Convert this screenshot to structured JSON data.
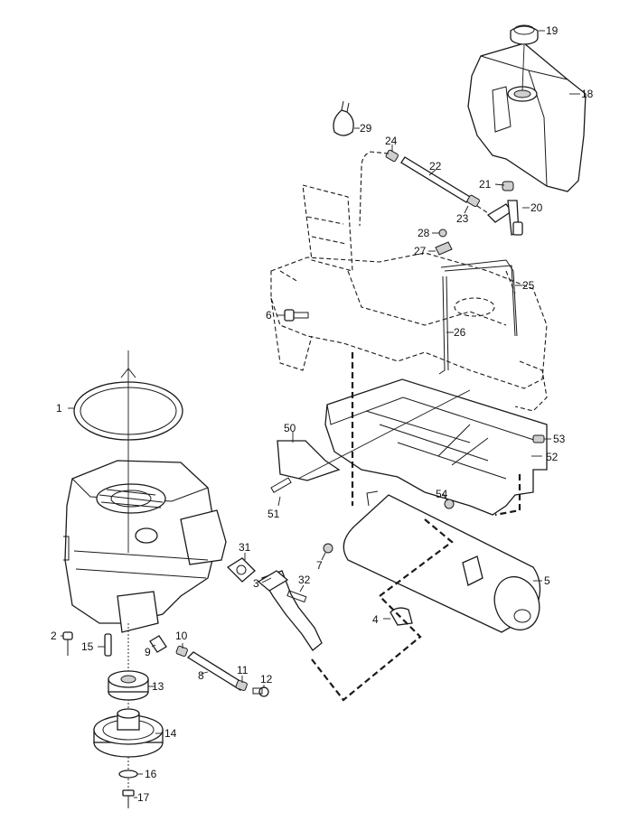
{
  "diagram": {
    "callouts": [
      "1",
      "2",
      "3",
      "4",
      "5",
      "6",
      "7",
      "8",
      "9",
      "10",
      "11",
      "12",
      "13",
      "14",
      "15",
      "16",
      "17",
      "18",
      "19",
      "20",
      "21",
      "22",
      "23",
      "24",
      "25",
      "26",
      "27",
      "28",
      "29",
      "31",
      "32",
      "50",
      "51",
      "52",
      "53",
      "54"
    ]
  }
}
